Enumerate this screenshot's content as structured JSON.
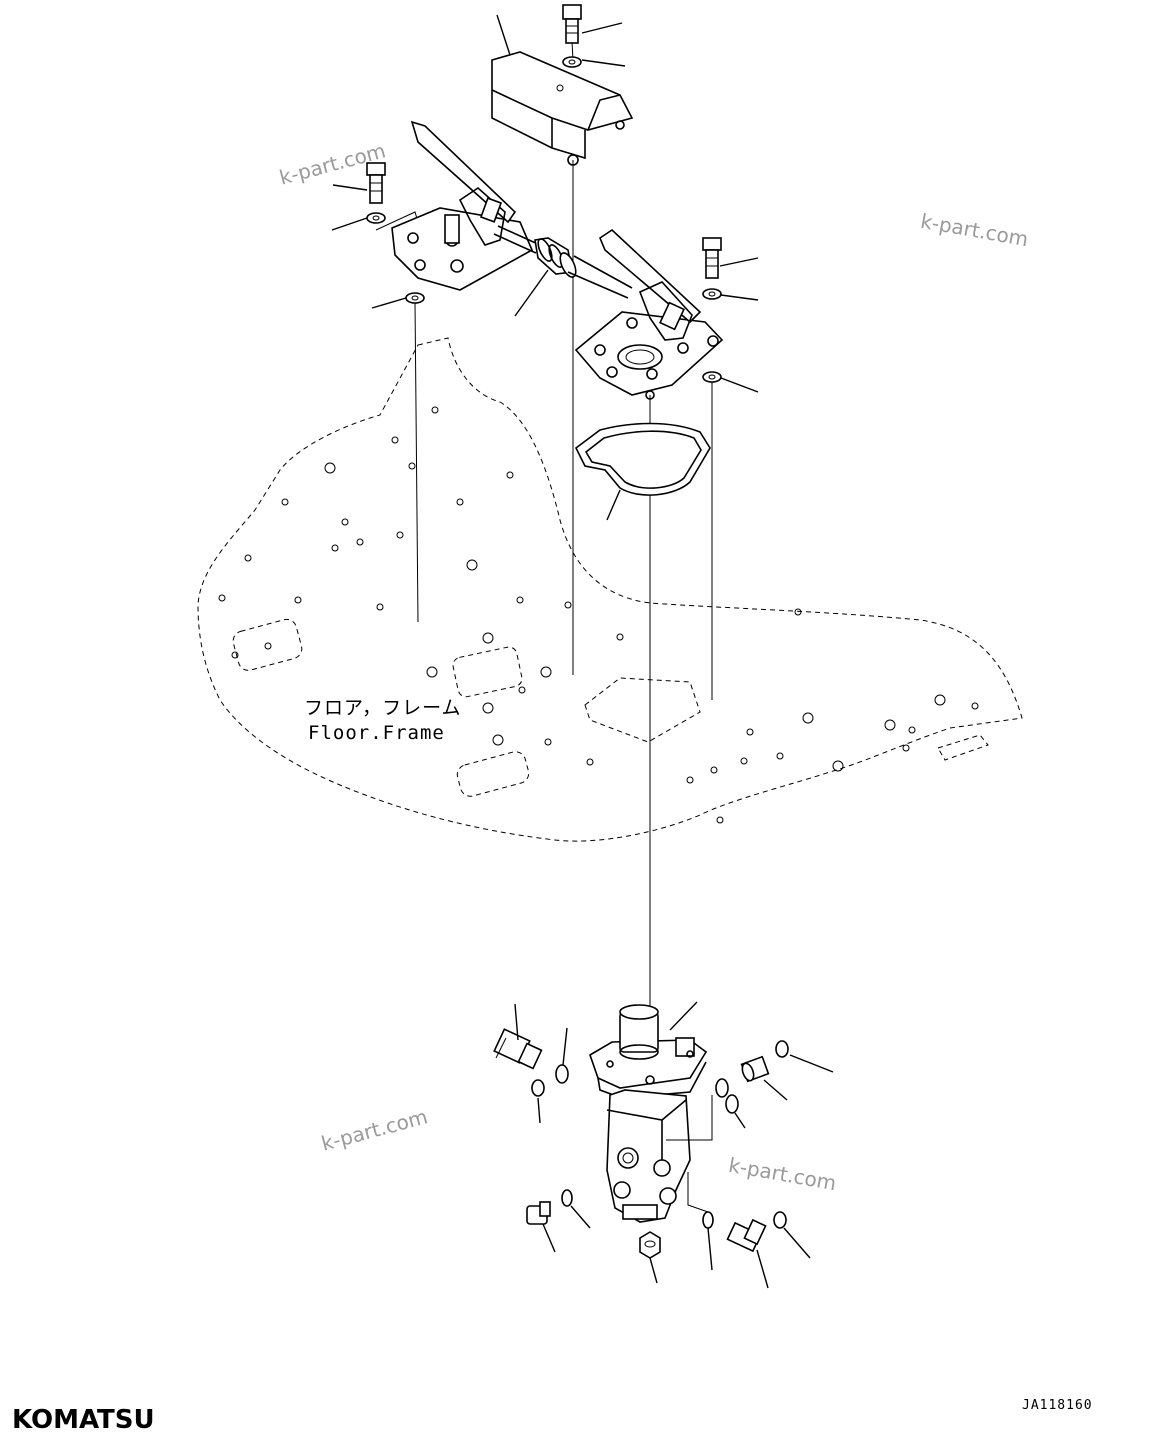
{
  "diagram": {
    "floor_label_jp": "フロア，フレーム",
    "floor_label_en": "Floor.Frame",
    "drawing_code": "JA118160",
    "brand": "KOMATSU",
    "watermarks": [
      "k-part.com",
      "k-part.com",
      "k-part.com",
      "k-part.com"
    ]
  }
}
